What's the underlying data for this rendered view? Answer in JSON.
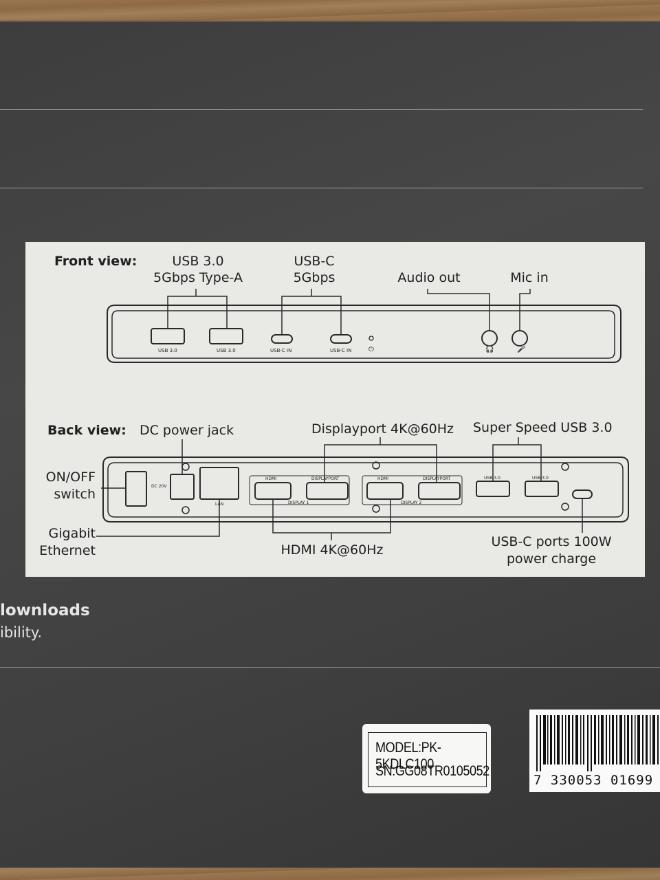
{
  "front": {
    "title": "Front view:",
    "usb_a_label": [
      "USB 3.0",
      "5Gbps Type-A"
    ],
    "usb_c_label": [
      "USB-C",
      "5Gbps"
    ],
    "audio_label": "Audio out",
    "mic_label": "Mic in",
    "port_usb30_1": "USB 3.0",
    "port_usb30_2": "USB 3.0",
    "port_usbc_1": "USB-C IN",
    "port_usbc_2": "USB-C IN"
  },
  "back": {
    "title": "Back view:",
    "dc_label": "DC power jack",
    "dp_label": "Displayport 4K@60Hz",
    "superspeed_label": "Super Speed USB 3.0",
    "onoff_label": [
      "ON/OFF",
      "switch"
    ],
    "ethernet_label": [
      "Gigabit",
      "Ethernet"
    ],
    "hdmi_label": "HDMI 4K@60Hz",
    "usbc_power_label": [
      "USB-C ports 100W",
      "power charge"
    ],
    "port_dc": "DC 20V",
    "port_lan": "LAN",
    "port_hdmi_1": "HDMI",
    "port_dp_1": "DISPLAYPORT",
    "display_1": "DISPLAY 1",
    "port_hdmi_2": "HDMI",
    "port_dp_2": "DISPLAYPORT",
    "display_2": "DISPLAY 2",
    "port_usb_1": "USB 3.0",
    "port_usb_2": "USB 3.0"
  },
  "box_text": {
    "line1": "lownloads",
    "line2": "ibility."
  },
  "sticker": {
    "model": "MODEL:PK-5KDLC100",
    "sn": "SN:GG08TR0105052"
  },
  "barcode": {
    "digits": "7 330053 01699"
  }
}
